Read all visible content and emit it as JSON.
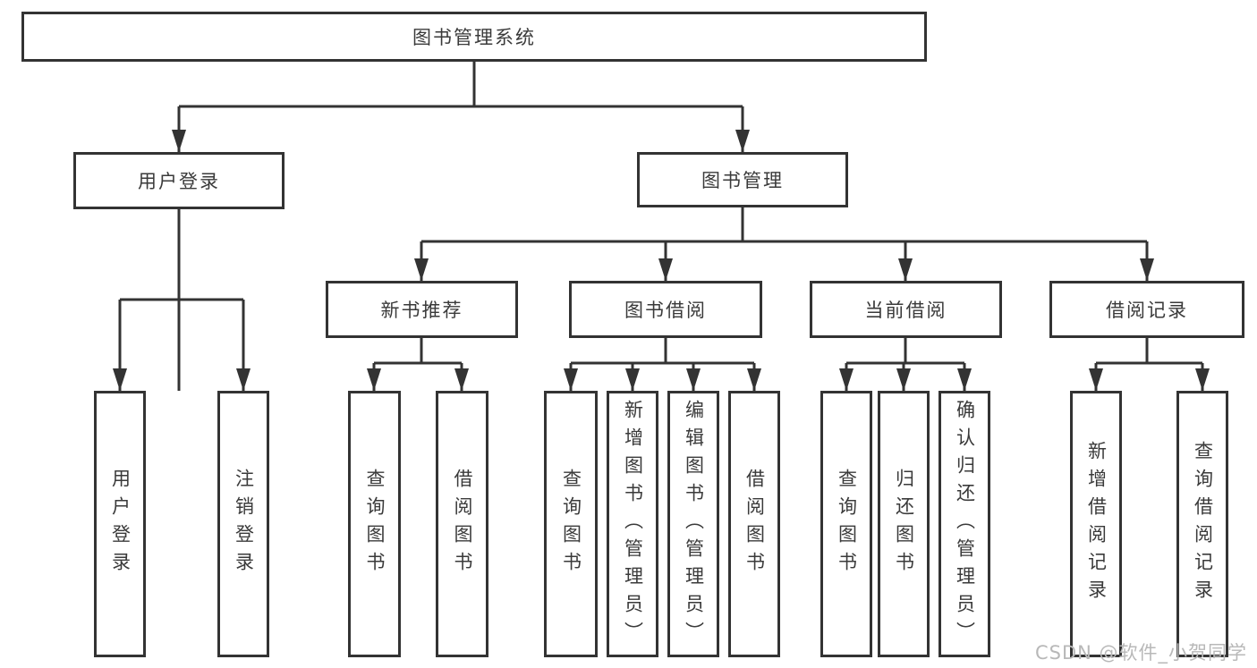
{
  "diagram": {
    "root": {
      "label": "图书管理系统"
    },
    "user_login": {
      "label": "用户登录",
      "children": [
        {
          "label": "用户登录"
        },
        {
          "label": "注销登录"
        }
      ]
    },
    "book_management": {
      "label": "图书管理",
      "sections": [
        {
          "label": "新书推荐",
          "children": [
            {
              "label": "查询图书"
            },
            {
              "label": "借阅图书"
            }
          ]
        },
        {
          "label": "图书借阅",
          "children": [
            {
              "label": "查询图书"
            },
            {
              "label": "新增图书（管理员）"
            },
            {
              "label": "编辑图书（管理员）"
            },
            {
              "label": "借阅图书"
            }
          ]
        },
        {
          "label": "当前借阅",
          "children": [
            {
              "label": "查询图书"
            },
            {
              "label": "归还图书"
            },
            {
              "label": "确认归还（管理员）"
            }
          ]
        },
        {
          "label": "借阅记录",
          "children": [
            {
              "label": "新增借阅记录"
            },
            {
              "label": "查询借阅记录"
            }
          ]
        }
      ]
    },
    "watermark": "CSDN @软件_小贺同学",
    "colors": {
      "line": "#333333",
      "text": "#3a3a3a",
      "watermark": "#b8b8b8",
      "background": "#ffffff"
    }
  }
}
